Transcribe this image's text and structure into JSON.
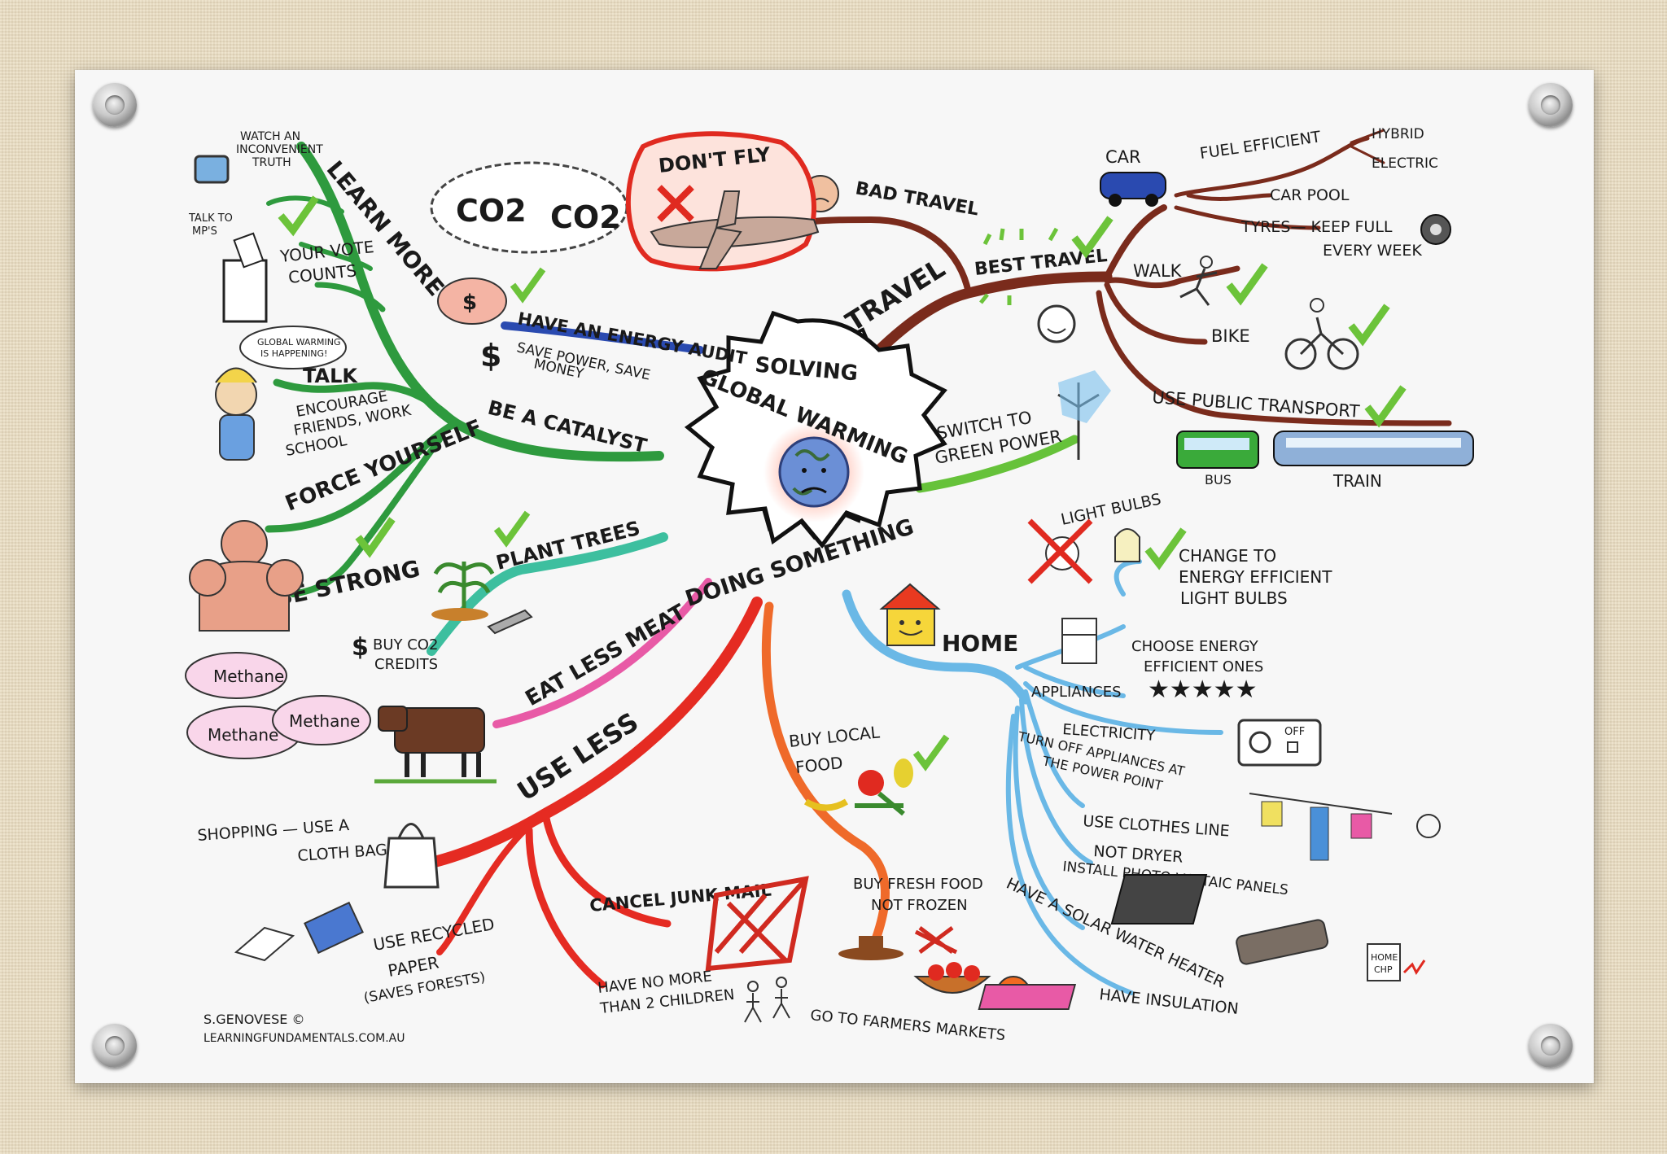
{
  "center": {
    "line1": "SOLVING",
    "line2": "GLOBAL WARMING",
    "line3": "DOING SOMETHING"
  },
  "learn_more": {
    "title": "LEARN MORE",
    "watch": [
      "WATCH AN",
      "INCONVENIENT",
      "TRUTH"
    ],
    "talk_mps": [
      "TALK TO",
      "MP'S"
    ],
    "vote": [
      "YOUR VOTE",
      "COUNTS"
    ],
    "speech": [
      "GLOBAL WARMING",
      "IS HAPPENING!"
    ]
  },
  "catalyst": {
    "title": "BE A CATALYST",
    "talk": "TALK",
    "encourage": [
      "ENCOURAGE",
      "FRIENDS, WORK",
      "SCHOOL"
    ],
    "force": "FORCE YOURSELF",
    "strong": "BE STRONG"
  },
  "energy_audit": {
    "title": "HAVE AN ENERGY AUDIT",
    "sub": [
      "SAVE POWER, SAVE",
      "MONEY"
    ],
    "dollar": "$"
  },
  "plant_trees": {
    "title": "PLANT TREES",
    "credits": [
      "BUY CO2",
      "CREDITS"
    ],
    "dollar": "$"
  },
  "eat_less": {
    "title": "EAT LESS MEAT",
    "methane1": "Methane",
    "methane2": "Methane",
    "methane3": "Methane"
  },
  "use_less": {
    "title": "USE LESS",
    "shopping": [
      "SHOPPING — USE A",
      "CLOTH BAG"
    ],
    "paper": [
      "USE RECYCLED",
      "PAPER",
      "(SAVES FORESTS)"
    ],
    "junk": "CANCEL JUNK MAIL",
    "children": [
      "HAVE NO MORE",
      "THAN 2 CHILDREN"
    ]
  },
  "food": {
    "local": [
      "BUY LOCAL",
      "FOOD"
    ],
    "fresh": [
      "BUY FRESH FOOD",
      "NOT FROZEN"
    ],
    "markets": "GO TO FARMERS MARKETS"
  },
  "travel": {
    "title": "TRAVEL",
    "bad": "BAD TRAVEL",
    "dont_fly": "DON'T FLY",
    "co2": "CO2",
    "best": "BEST TRAVEL",
    "car": "CAR",
    "fuel": "FUEL EFFICIENT",
    "hybrid": "HYBRID",
    "electric": "ELECTRIC",
    "carpool": "CAR POOL",
    "tyres": [
      "TYRES— KEEP FULL",
      "EVERY WEEK"
    ],
    "walk": "WALK",
    "bike": "BIKE",
    "public": "USE PUBLIC TRANSPORT",
    "bus": "BUS",
    "train": "TRAIN"
  },
  "green_power": {
    "title": [
      "SWITCH TO",
      "GREEN POWER"
    ]
  },
  "home": {
    "title": "HOME",
    "bulbs": "LIGHT BULBS",
    "change": [
      "CHANGE TO",
      "ENERGY EFFICIENT",
      "LIGHT BULBS"
    ],
    "choose": [
      "CHOOSE ENERGY",
      "EFFICIENT ONES"
    ],
    "appliances": "APPLIANCES",
    "electricity": "ELECTRICITY",
    "turnoff": [
      "TURN OFF APPLIANCES AT",
      "THE POWER POINT"
    ],
    "off": "OFF",
    "clothes": [
      "USE CLOTHES LINE",
      "NOT DRYER"
    ],
    "pv": "INSTALL PHOTO-VOLTAIC PANELS",
    "solar": "HAVE A SOLAR WATER HEATER",
    "insulation": "HAVE INSULATION",
    "chp": [
      "HOME",
      "CHP"
    ]
  },
  "credit": {
    "author": "S.GENOVESE ©",
    "site": "LEARNINGFUNDAMENTALS.COM.AU"
  },
  "colors": {
    "green": "#2e9a3e",
    "teal": "#3dbf9f",
    "pink": "#e85aa6",
    "red": "#e52b22",
    "orange": "#ef6a2a",
    "lightblue": "#6ab8e6",
    "brown": "#7a2b1c",
    "blue": "#2a4ab0",
    "lime": "#66c23a",
    "check": "#6cc33a"
  }
}
